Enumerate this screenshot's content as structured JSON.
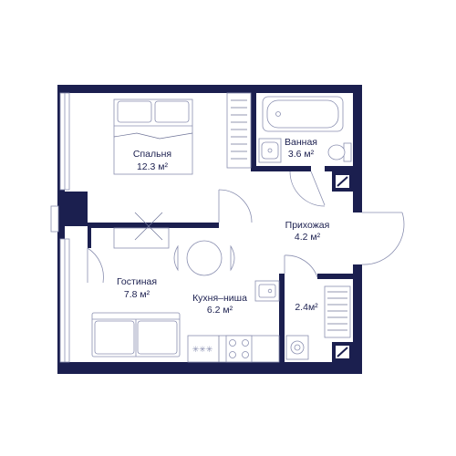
{
  "rooms": [
    {
      "id": "bedroom",
      "name": "Спальня",
      "area": "12.3 м²"
    },
    {
      "id": "bathroom",
      "name": "Ванная",
      "area": "3.6 м²"
    },
    {
      "id": "hallway",
      "name": "Прихожая",
      "area": "4.2 м²"
    },
    {
      "id": "living",
      "name": "Гостиная",
      "area": "7.8 м²"
    },
    {
      "id": "kitchen",
      "name": "Кухня–ниша",
      "area": "6.2 м²"
    },
    {
      "id": "storage",
      "name": "",
      "area": "2.4м²"
    }
  ],
  "colors": {
    "wall": "#1b1f4f",
    "fixture_line": "#8a8fb0",
    "background": "#ffffff"
  },
  "icons": [
    "bed-icon",
    "bathtub-icon",
    "sink-icon",
    "toilet-icon",
    "sofa-icon",
    "dining-table-icon",
    "stove-icon",
    "washing-machine-icon",
    "wardrobe-icon",
    "shaft-icon"
  ]
}
